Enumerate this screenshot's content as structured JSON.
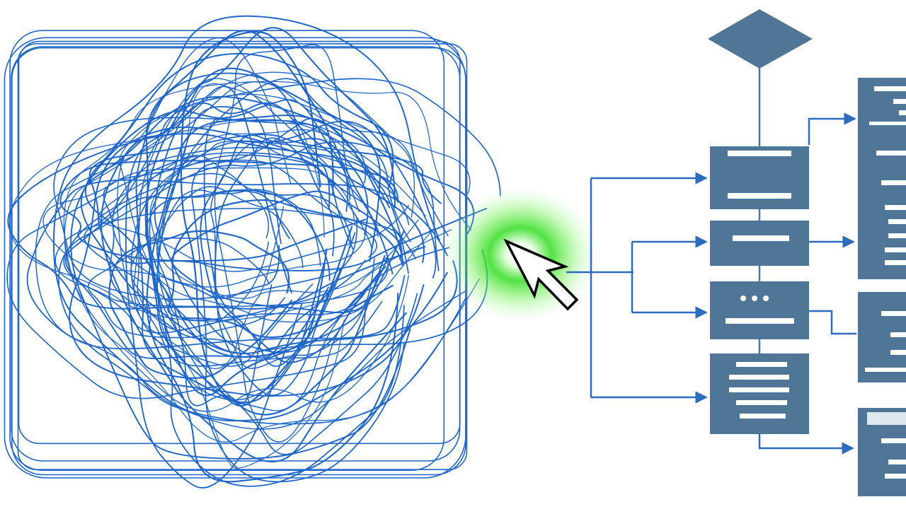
{
  "colors": {
    "background": "#ffffff",
    "scribble": "#1f66c8",
    "flow_box": "#4f7697",
    "flow_arrow": "#2c6bbd",
    "flow_text_bar": "#ffffff",
    "glow": "#33dd22",
    "cursor_fill": "#ffffff",
    "cursor_stroke": "#000000"
  },
  "icons": {
    "cursor": "mouse-pointer-arrow-icon",
    "decision": "diamond-decision-node",
    "scribble": "tangled-lines"
  },
  "flowchart": {
    "nodes": [
      {
        "id": "decision",
        "shape": "diamond",
        "text_bars": 0
      },
      {
        "id": "box-1",
        "shape": "rect",
        "text_bars": 2
      },
      {
        "id": "box-2",
        "shape": "rect",
        "text_bars": 1
      },
      {
        "id": "box-3",
        "shape": "rect",
        "text_bars": 2
      },
      {
        "id": "box-4",
        "shape": "rect",
        "text_bars": 5
      },
      {
        "id": "side-panel-1",
        "shape": "rect",
        "text_bars": 11
      },
      {
        "id": "side-panel-2",
        "shape": "rect",
        "text_bars": 4
      },
      {
        "id": "side-panel-3",
        "shape": "rect",
        "text_bars": 4
      }
    ]
  }
}
